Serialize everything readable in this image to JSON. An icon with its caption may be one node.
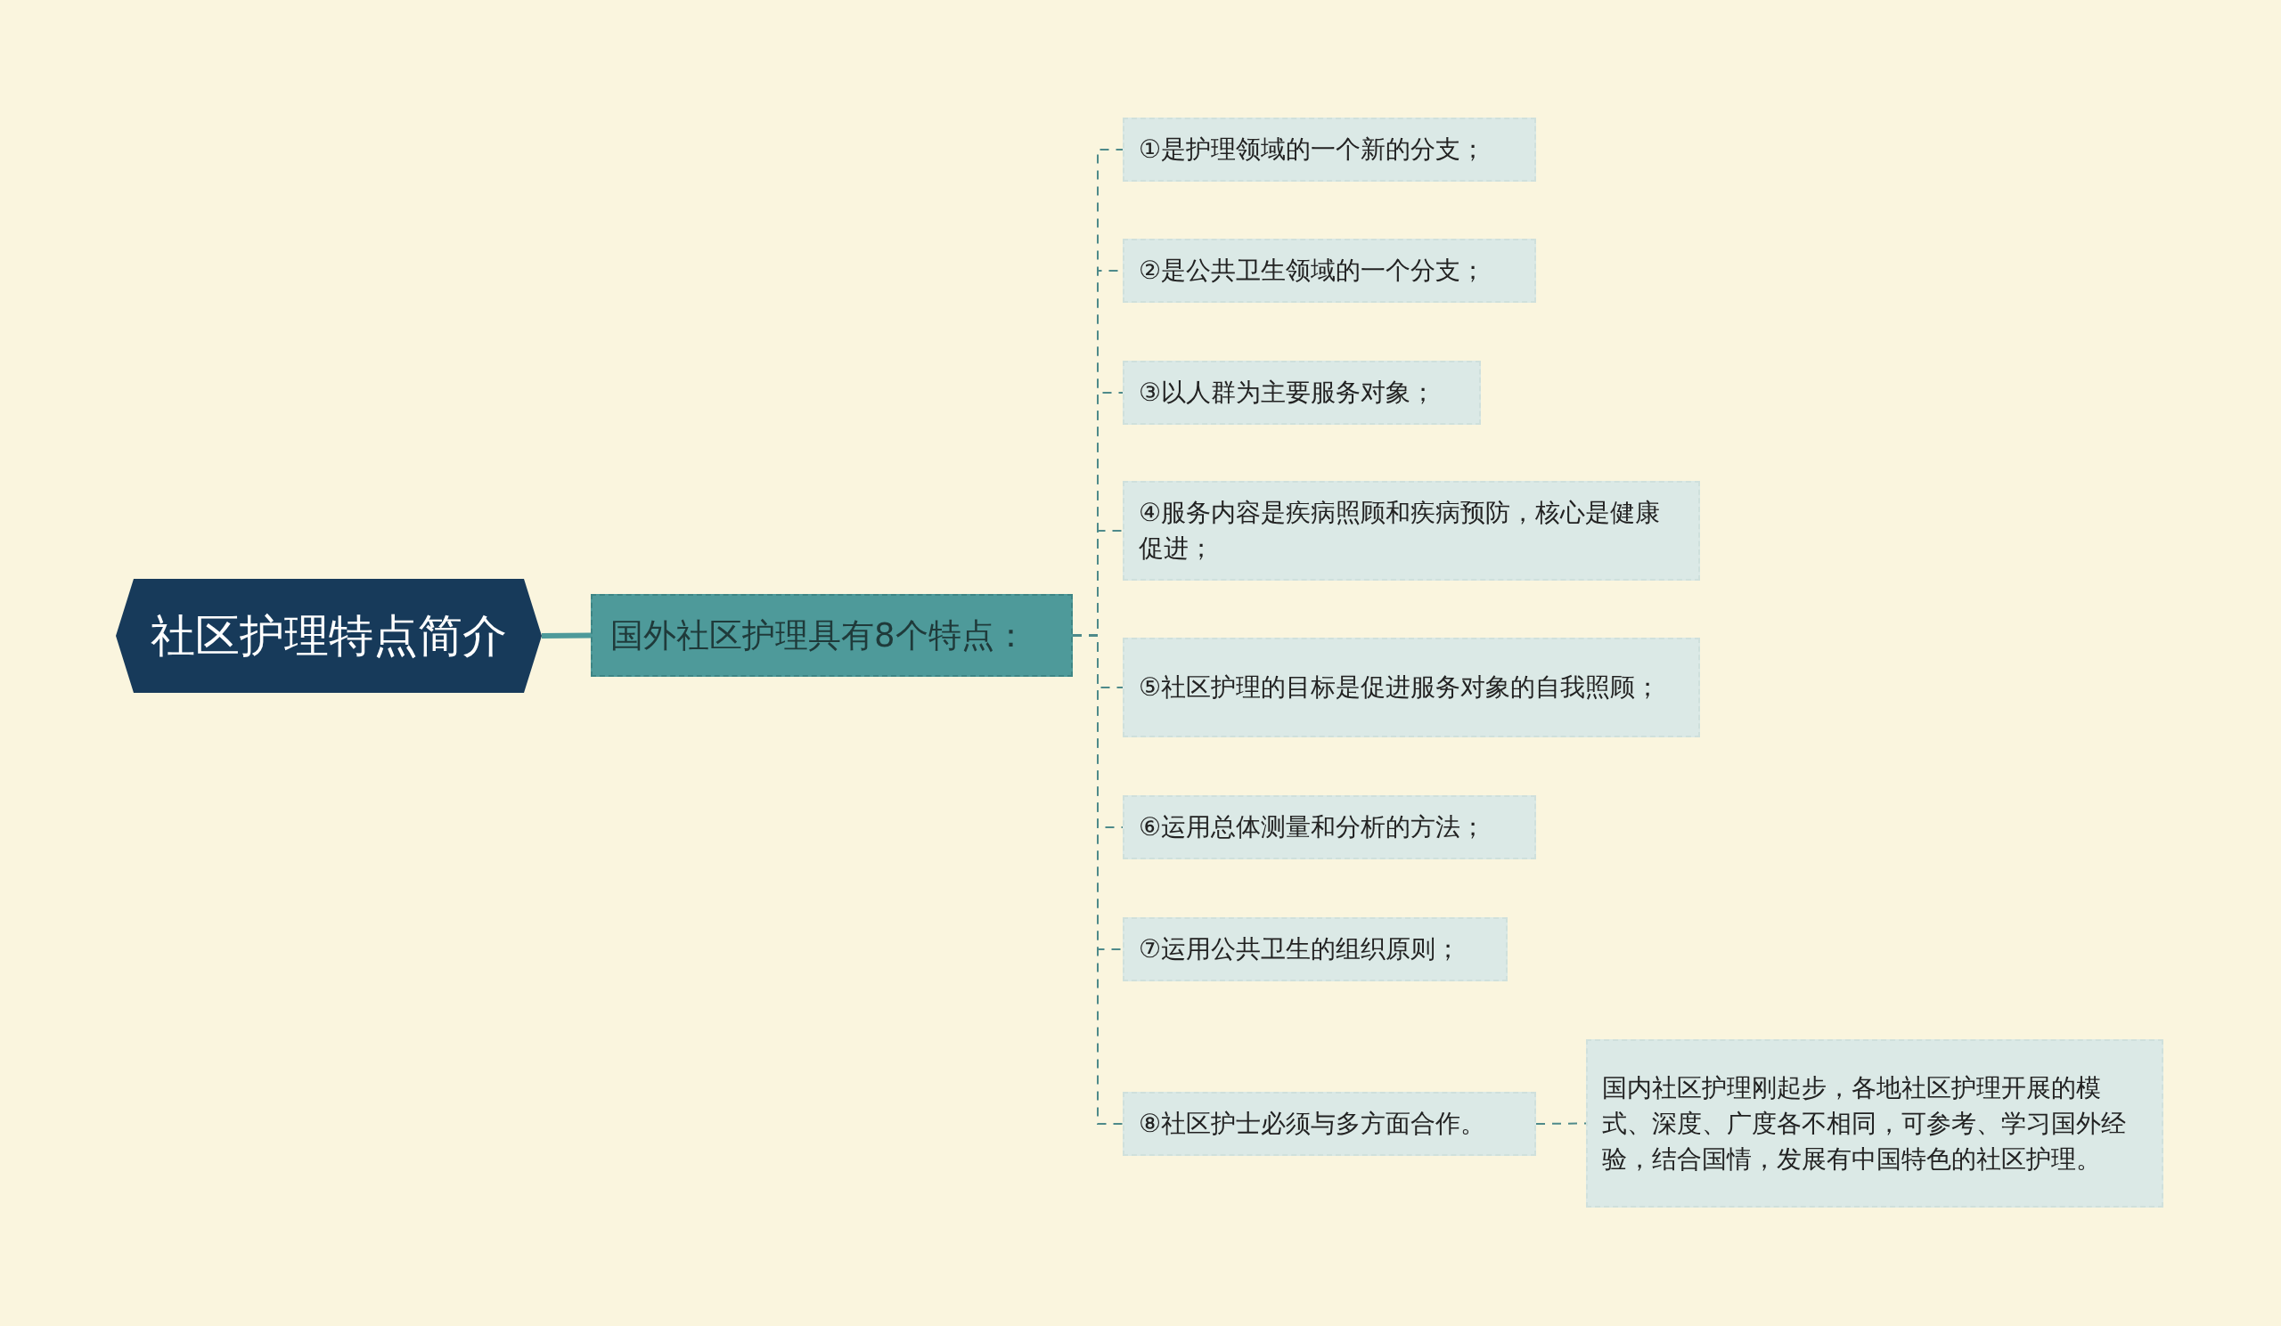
{
  "diagram": {
    "nodes": [
      {
        "text": [
          "社区护理特点简介"
        ]
      },
      {
        "text": [
          "国外社区护理具有8个特点："
        ]
      },
      {
        "text": [
          "①是护理领域的一个新的分支；"
        ]
      },
      {
        "text": [
          "②是公共卫生领域的一个分支；"
        ]
      },
      {
        "text": [
          "③以人群为主要服务对象；"
        ]
      },
      {
        "text": [
          "④服务内容是疾病照顾和疾病预防，核心是健康促进；"
        ]
      },
      {
        "text": [
          "⑤社区护理的目标是促进服务对象的自我照顾；"
        ]
      },
      {
        "text": [
          "⑥运用总体测量和分析的方法；"
        ]
      },
      {
        "text": [
          "⑦运用公共卫生的组织原则；"
        ]
      },
      {
        "text": [
          "⑧社区护士必须与多方面合作。"
        ]
      },
      {
        "text": [
          "国内社区护理刚起步，各地社区护理开展的模式、深度、广度各不相同，可参考、学习国外经验，结合国情，发展有中国特色的社区护理。"
        ]
      }
    ],
    "edges": [
      {
        "from": 0,
        "to": 1,
        "arrow": "none",
        "style": "thick",
        "color": "#4e9a9a"
      },
      {
        "from": 1,
        "to": 2,
        "arrow": "none",
        "style": "dashed"
      },
      {
        "from": 1,
        "to": 3,
        "arrow": "none",
        "style": "dashed"
      },
      {
        "from": 1,
        "to": 4,
        "arrow": "none",
        "style": "dashed"
      },
      {
        "from": 1,
        "to": 5,
        "arrow": "none",
        "style": "dashed"
      },
      {
        "from": 1,
        "to": 6,
        "arrow": "none",
        "style": "dashed"
      },
      {
        "from": 1,
        "to": 7,
        "arrow": "none",
        "style": "dashed"
      },
      {
        "from": 1,
        "to": 8,
        "arrow": "none",
        "style": "dashed"
      },
      {
        "from": 1,
        "to": 9,
        "arrow": "none",
        "style": "dashed"
      },
      {
        "from": 9,
        "to": 10,
        "arrow": "none",
        "style": "dashed"
      }
    ]
  }
}
